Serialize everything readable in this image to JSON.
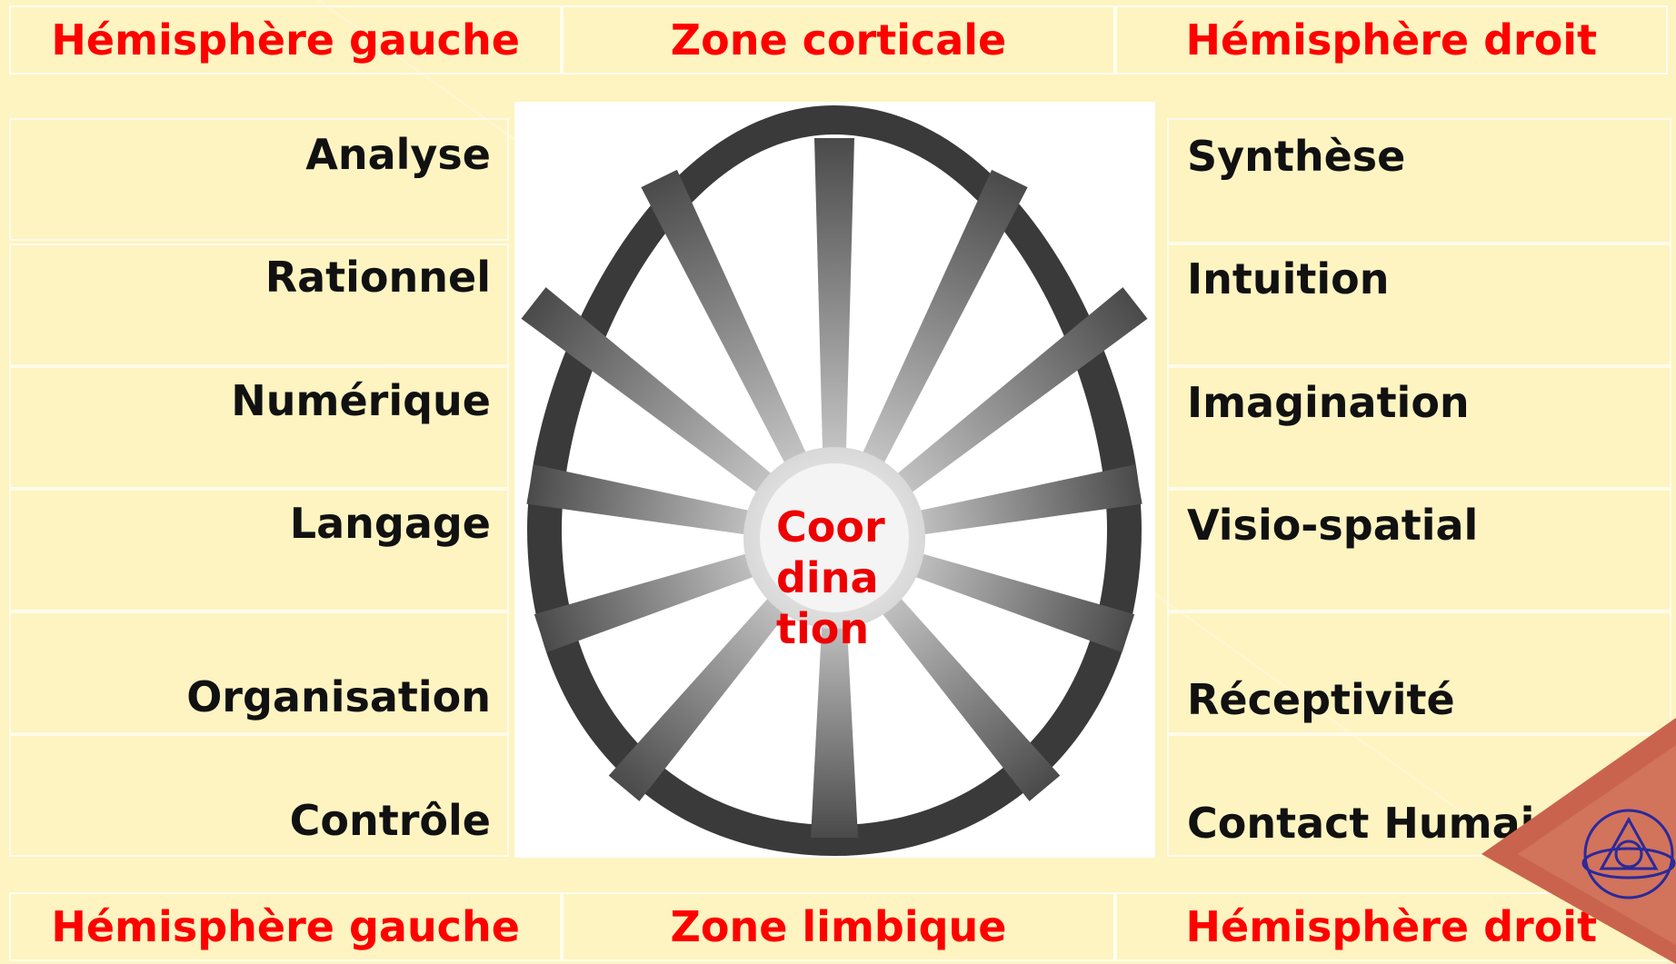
{
  "header": {
    "left": "Hémisphère gauche",
    "center": "Zone corticale",
    "right": "Hémisphère droit"
  },
  "footer": {
    "left": "Hémisphère gauche",
    "center": "Zone limbique",
    "right": "Hémisphère droit"
  },
  "left_items": [
    "Analyse",
    "Rationnel",
    "Numérique",
    "Langage",
    "Organisation",
    "Contrôle"
  ],
  "right_items": [
    "Synthèse",
    "Intuition",
    "Imagination",
    "Visio-spatial",
    "Réceptivité",
    "Contact Humain"
  ],
  "center": {
    "line1": "Coor",
    "line2": "dina",
    "line3": "tion"
  },
  "colors": {
    "background": "#fdf4c1",
    "header_text": "#ff0000",
    "body_text": "#111111",
    "center_text": "#ee0000"
  },
  "icons": {
    "corner": "triangle-circle-logo-icon"
  }
}
